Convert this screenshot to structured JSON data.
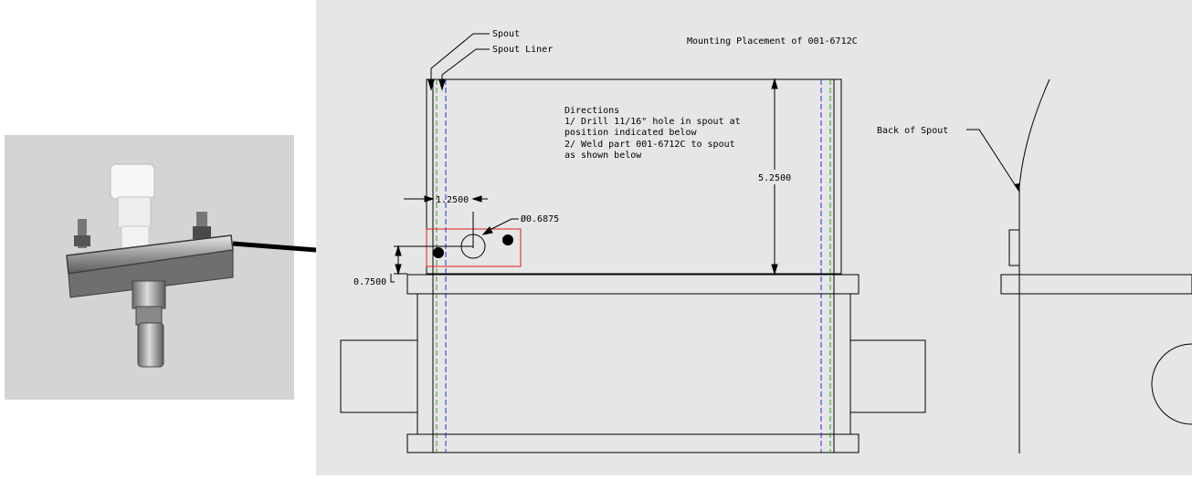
{
  "title": "Mounting Placement of 001-6712C",
  "labels": {
    "spout": "Spout",
    "spout_liner": "Spout Liner",
    "back_of_spout": "Back of Spout"
  },
  "directions": [
    "Directions",
    "1/ Drill 11/16\" hole in spout at",
    "position indicated below",
    "2/ Weld part 001-6712C to spout",
    "as shown below"
  ],
  "dimensions": {
    "hole_offset": "1.2500",
    "hole_diameter": "Ø0.6875",
    "height": "5.2500",
    "bottom_offset": "0.7500"
  },
  "colors": {
    "highlight_box": "#e02020",
    "liner_green": "#2a9d2a",
    "liner_blue": "#2a2ad0",
    "drawing_bg": "#e6e6e6",
    "photo_bg": "#d6d6d6"
  },
  "icons": {
    "pointer": "arrow-right-icon"
  }
}
